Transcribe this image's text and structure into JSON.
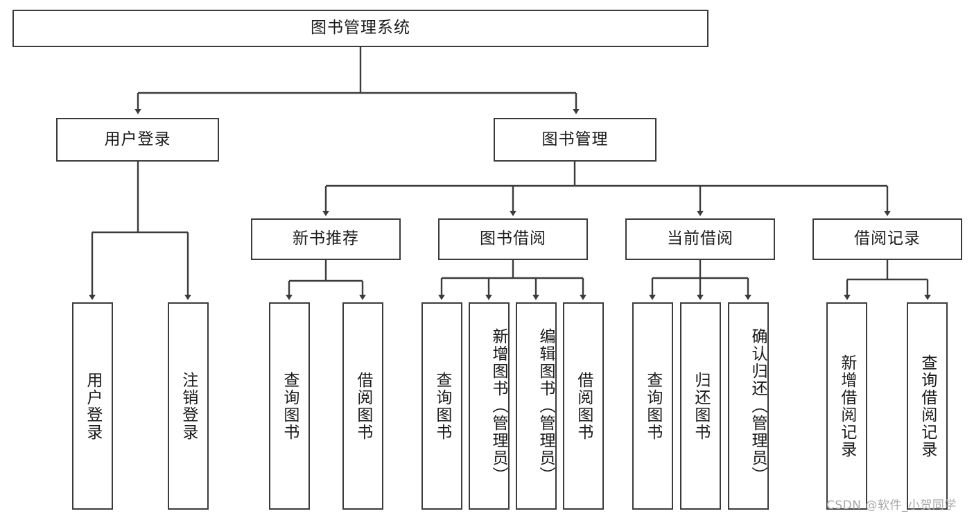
{
  "diagram": {
    "type": "tree-hierarchy-chart",
    "title": "图书管理系统",
    "root": {
      "id": "root",
      "label": "图书管理系统"
    },
    "level2": [
      {
        "id": "user-login",
        "label": "用户登录"
      },
      {
        "id": "book-manage",
        "label": "图书管理"
      }
    ],
    "level3": [
      {
        "id": "new-book-recommend",
        "label": "新书推荐"
      },
      {
        "id": "book-borrow",
        "label": "图书借阅"
      },
      {
        "id": "current-borrow",
        "label": "当前借阅"
      },
      {
        "id": "borrow-record",
        "label": "借阅记录"
      }
    ],
    "leaves": {
      "user_login": [
        {
          "id": "leaf-user-login",
          "label": "用户登录"
        },
        {
          "id": "leaf-logout-login",
          "label": "注销登录"
        }
      ],
      "new_book_recommend": [
        {
          "id": "leaf-query-book-1",
          "label": "查询图书"
        },
        {
          "id": "leaf-borrow-book-1",
          "label": "借阅图书"
        }
      ],
      "book_borrow": [
        {
          "id": "leaf-query-book-2",
          "label": "查询图书"
        },
        {
          "id": "leaf-add-book",
          "label": "新增图书（管理员）"
        },
        {
          "id": "leaf-edit-book",
          "label": "编辑图书（管理员）"
        },
        {
          "id": "leaf-borrow-book-2",
          "label": "借阅图书"
        }
      ],
      "current_borrow": [
        {
          "id": "leaf-query-book-3",
          "label": "查询图书"
        },
        {
          "id": "leaf-return-book",
          "label": "归还图书"
        },
        {
          "id": "leaf-confirm-return",
          "label": "确认归还（管理员）"
        }
      ],
      "borrow_record": [
        {
          "id": "leaf-add-record",
          "label": "新增借阅记录"
        },
        {
          "id": "leaf-query-record",
          "label": "查询借阅记录"
        }
      ]
    },
    "watermark": "CSDN @软件_小贺同学",
    "colors": {
      "stroke": "#3b3b3b",
      "fill": "#ffffff",
      "text": "#1a1a1a",
      "watermark": "#a8a8a8"
    }
  }
}
